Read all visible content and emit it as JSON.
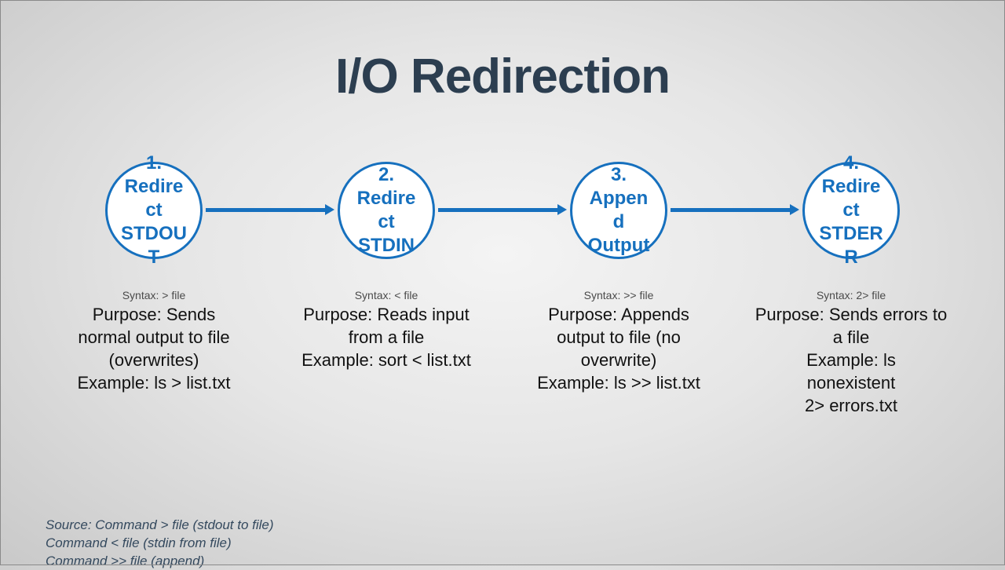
{
  "title": "I/O Redirection",
  "steps": [
    {
      "label": "1. Redirect STDOUT",
      "syntax": "Syntax: > file",
      "purpose": "Purpose: Sends normal output to file (overwrites)",
      "example": "Example: ls > list.txt"
    },
    {
      "label": "2. Redirect STDIN",
      "syntax": "Syntax: < file",
      "purpose": "Purpose: Reads input from a file",
      "example": "Example: sort < list.txt"
    },
    {
      "label": "3. Append Output",
      "syntax": "Syntax: >> file",
      "purpose": "Purpose: Appends output to file (no overwrite)",
      "example": "Example: ls >> list.txt"
    },
    {
      "label": "4. Redirect STDERR",
      "syntax": "Syntax: 2> file",
      "purpose": "Purpose: Sends errors to a file",
      "example": "Example: ls nonexistent 2> errors.txt"
    }
  ],
  "source": [
    "Source: Command > file (stdout to file)",
    "Command < file (stdin from file)",
    "Command >> file (append)"
  ],
  "colors": {
    "accent": "#1670be",
    "title": "#2c3e50"
  }
}
